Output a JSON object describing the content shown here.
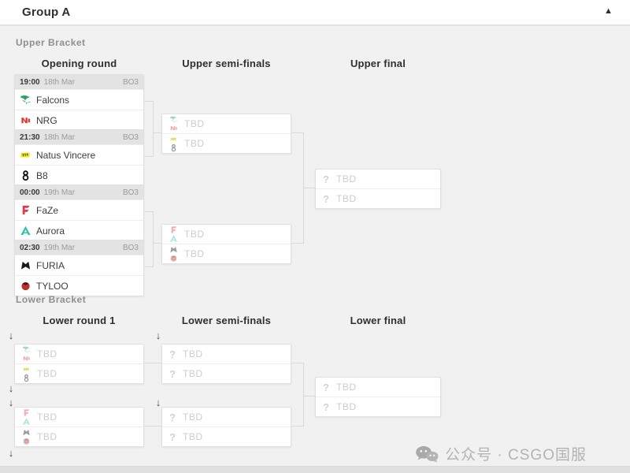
{
  "header": {
    "title": "Group A",
    "collapse_icon": "▲"
  },
  "icons": {
    "drop_arrow": "↓",
    "unknown": "?"
  },
  "upper": {
    "label": "Upper Bracket",
    "columns": [
      "Opening round",
      "Upper semi-finals",
      "Upper final"
    ],
    "opening_matches": [
      {
        "time": "19:00",
        "date": "18th Mar",
        "format": "BO3",
        "teams": [
          {
            "name": "Falcons",
            "logo": "falcons",
            "color": "#27a35e"
          },
          {
            "name": "NRG",
            "logo": "nrg",
            "color": "#e03a2f"
          }
        ]
      },
      {
        "time": "21:30",
        "date": "18th Mar",
        "format": "BO3",
        "teams": [
          {
            "name": "Natus Vincere",
            "logo": "navi",
            "color": "#f5e300"
          },
          {
            "name": "B8",
            "logo": "b8",
            "color": "#111111"
          }
        ]
      },
      {
        "time": "00:00",
        "date": "19th Mar",
        "format": "BO3",
        "teams": [
          {
            "name": "FaZe",
            "logo": "faze",
            "color": "#e23b4e"
          },
          {
            "name": "Aurora",
            "logo": "aurora",
            "color": "#2bbfae"
          }
        ]
      },
      {
        "time": "02:30",
        "date": "19th Mar",
        "format": "BO3",
        "teams": [
          {
            "name": "FURIA",
            "logo": "furia",
            "color": "#191919"
          },
          {
            "name": "TYLOO",
            "logo": "tyloo",
            "color": "#b5362e"
          }
        ]
      }
    ],
    "semi_finals": [
      {
        "slots": [
          {
            "label": "TBD",
            "possible": [
              "Falcons",
              "NRG"
            ]
          },
          {
            "label": "TBD",
            "possible": [
              "Natus Vincere",
              "B8"
            ]
          }
        ]
      },
      {
        "slots": [
          {
            "label": "TBD",
            "possible": [
              "FaZe",
              "Aurora"
            ]
          },
          {
            "label": "TBD",
            "possible": [
              "FURIA",
              "TYLOO"
            ]
          }
        ]
      }
    ],
    "final": {
      "slots": [
        {
          "label": "TBD"
        },
        {
          "label": "TBD"
        }
      ]
    }
  },
  "lower": {
    "label": "Lower Bracket",
    "columns": [
      "Lower round 1",
      "Lower semi-finals",
      "Lower final"
    ],
    "round1": [
      {
        "slots": [
          {
            "label": "TBD",
            "possible": [
              "Falcons",
              "NRG"
            ]
          },
          {
            "label": "TBD",
            "possible": [
              "Natus Vincere",
              "B8"
            ]
          }
        ]
      },
      {
        "slots": [
          {
            "label": "TBD",
            "possible": [
              "FaZe",
              "Aurora"
            ]
          },
          {
            "label": "TBD",
            "possible": [
              "FURIA",
              "TYLOO"
            ]
          }
        ]
      }
    ],
    "semi_finals": [
      {
        "slots": [
          {
            "label": "TBD"
          },
          {
            "label": "TBD"
          }
        ]
      },
      {
        "slots": [
          {
            "label": "TBD"
          },
          {
            "label": "TBD"
          }
        ]
      }
    ],
    "final": {
      "slots": [
        {
          "label": "TBD"
        },
        {
          "label": "TBD"
        }
      ]
    }
  },
  "watermark": {
    "text": "公众号 · CSGO国服"
  }
}
